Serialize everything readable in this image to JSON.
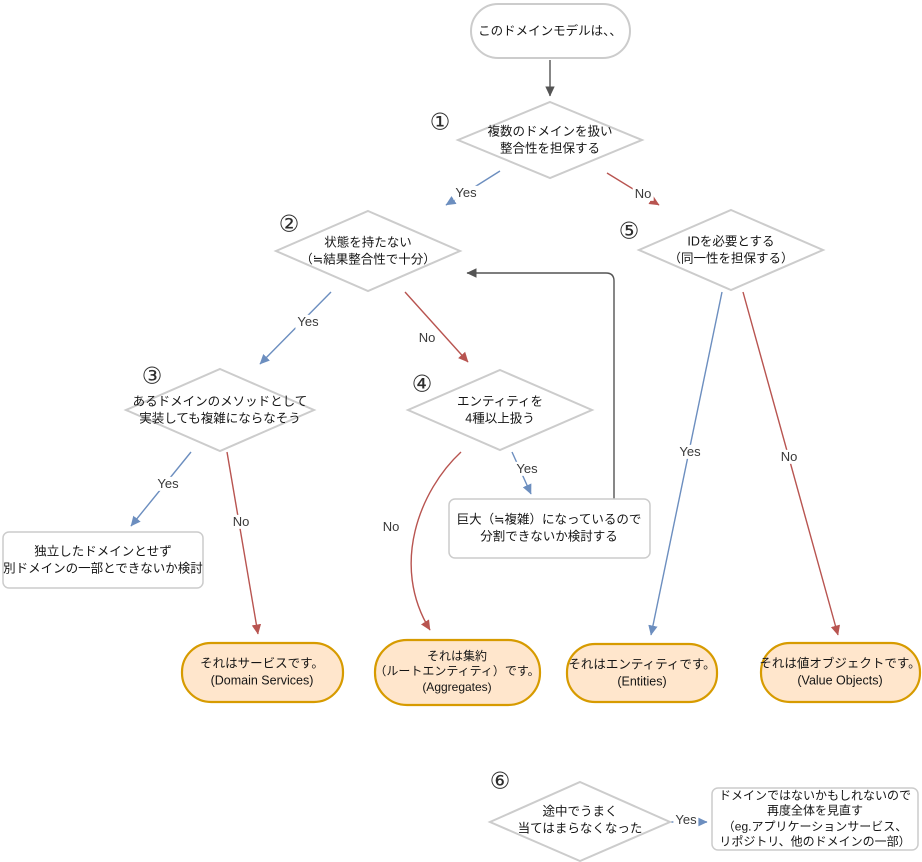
{
  "flow": {
    "start": {
      "label": "このドメインモデルは、、"
    },
    "nodes": {
      "d1": {
        "number": "①",
        "label": "複数のドメインを扱い\n整合性を担保する"
      },
      "d2": {
        "number": "②",
        "label": "状態を持たない\n（≒結果整合性で十分）"
      },
      "d3": {
        "number": "③",
        "label": "あるドメインのメソッドとして\n実装しても複雑にならなそう"
      },
      "d4": {
        "number": "④",
        "label": "エンティティを\n4種以上扱う"
      },
      "d5": {
        "number": "⑤",
        "label": "IDを必要とする\n（同一性を担保する）"
      },
      "d6": {
        "number": "⑥",
        "label": "途中でうまく\n当てはまらなくなった"
      }
    },
    "notes": {
      "consider_merge": {
        "label": "独立したドメインとせず\n別ドメインの一部とできないか検討"
      },
      "consider_split": {
        "label": "巨大（≒複雑）になっているので\n分割できないか検討する"
      },
      "review_all": {
        "label": "ドメインではないかもしれないので\n再度全体を見直す\n（eg.アプリケーションサービス、\nリポジトリ、他のドメインの一部）"
      }
    },
    "results": {
      "service": {
        "label": "それはサービスです。\n(Domain Services)"
      },
      "aggregate": {
        "label": "それは集約\n（ルートエンティティ）です。\n(Aggregates)"
      },
      "entity": {
        "label": "それはエンティティです。\n(Entities)"
      },
      "value_object": {
        "label": "それは値オブジェクトです。\n(Value Objects)"
      }
    },
    "edge_labels": {
      "d1_yes": "Yes",
      "d1_no": "No",
      "d2_yes": "Yes",
      "d2_no": "No",
      "d3_yes": "Yes",
      "d3_no": "No",
      "d4_yes": "Yes",
      "d4_no": "No",
      "d5_yes": "Yes",
      "d5_no": "No",
      "d6_yes": "Yes"
    },
    "colors": {
      "shape_border": "#cccccc",
      "shape_fill": "#ffffff",
      "result_border": "#d79b00",
      "result_fill": "#ffe6cc",
      "edge_blue": "#6c8ebf",
      "edge_red": "#b85450",
      "edge_dark": "#545454"
    }
  }
}
